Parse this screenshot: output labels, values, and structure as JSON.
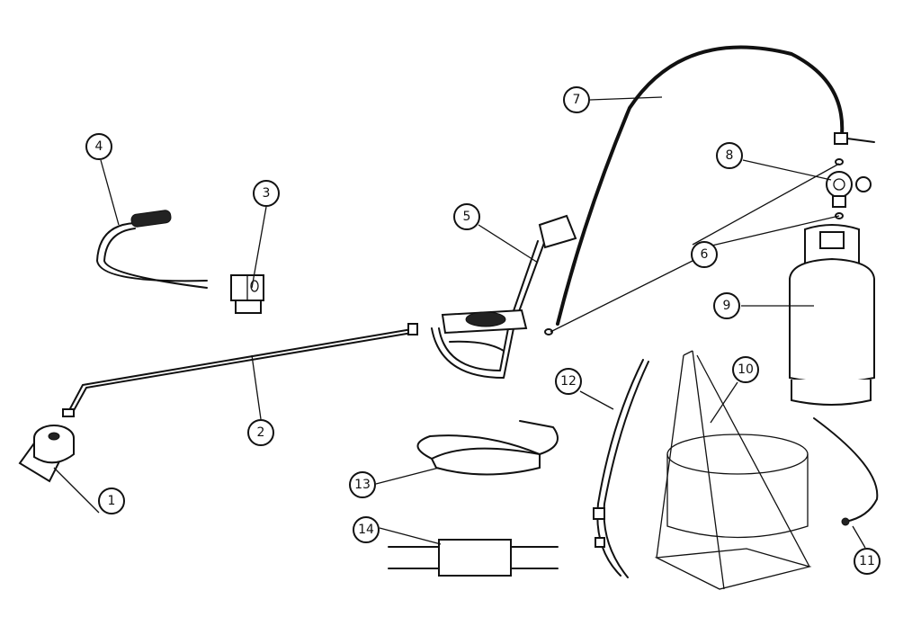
{
  "diagram": {
    "type": "exploded-parts-diagram",
    "callouts": [
      {
        "id": "1",
        "label": "1"
      },
      {
        "id": "2",
        "label": "2"
      },
      {
        "id": "3",
        "label": "3"
      },
      {
        "id": "4",
        "label": "4"
      },
      {
        "id": "5",
        "label": "5"
      },
      {
        "id": "6",
        "label": "6"
      },
      {
        "id": "7",
        "label": "7"
      },
      {
        "id": "8",
        "label": "8"
      },
      {
        "id": "9",
        "label": "9"
      },
      {
        "id": "10",
        "label": "10"
      },
      {
        "id": "11",
        "label": "11"
      },
      {
        "id": "12",
        "label": "12"
      },
      {
        "id": "13",
        "label": "13"
      },
      {
        "id": "14",
        "label": "14"
      }
    ]
  }
}
